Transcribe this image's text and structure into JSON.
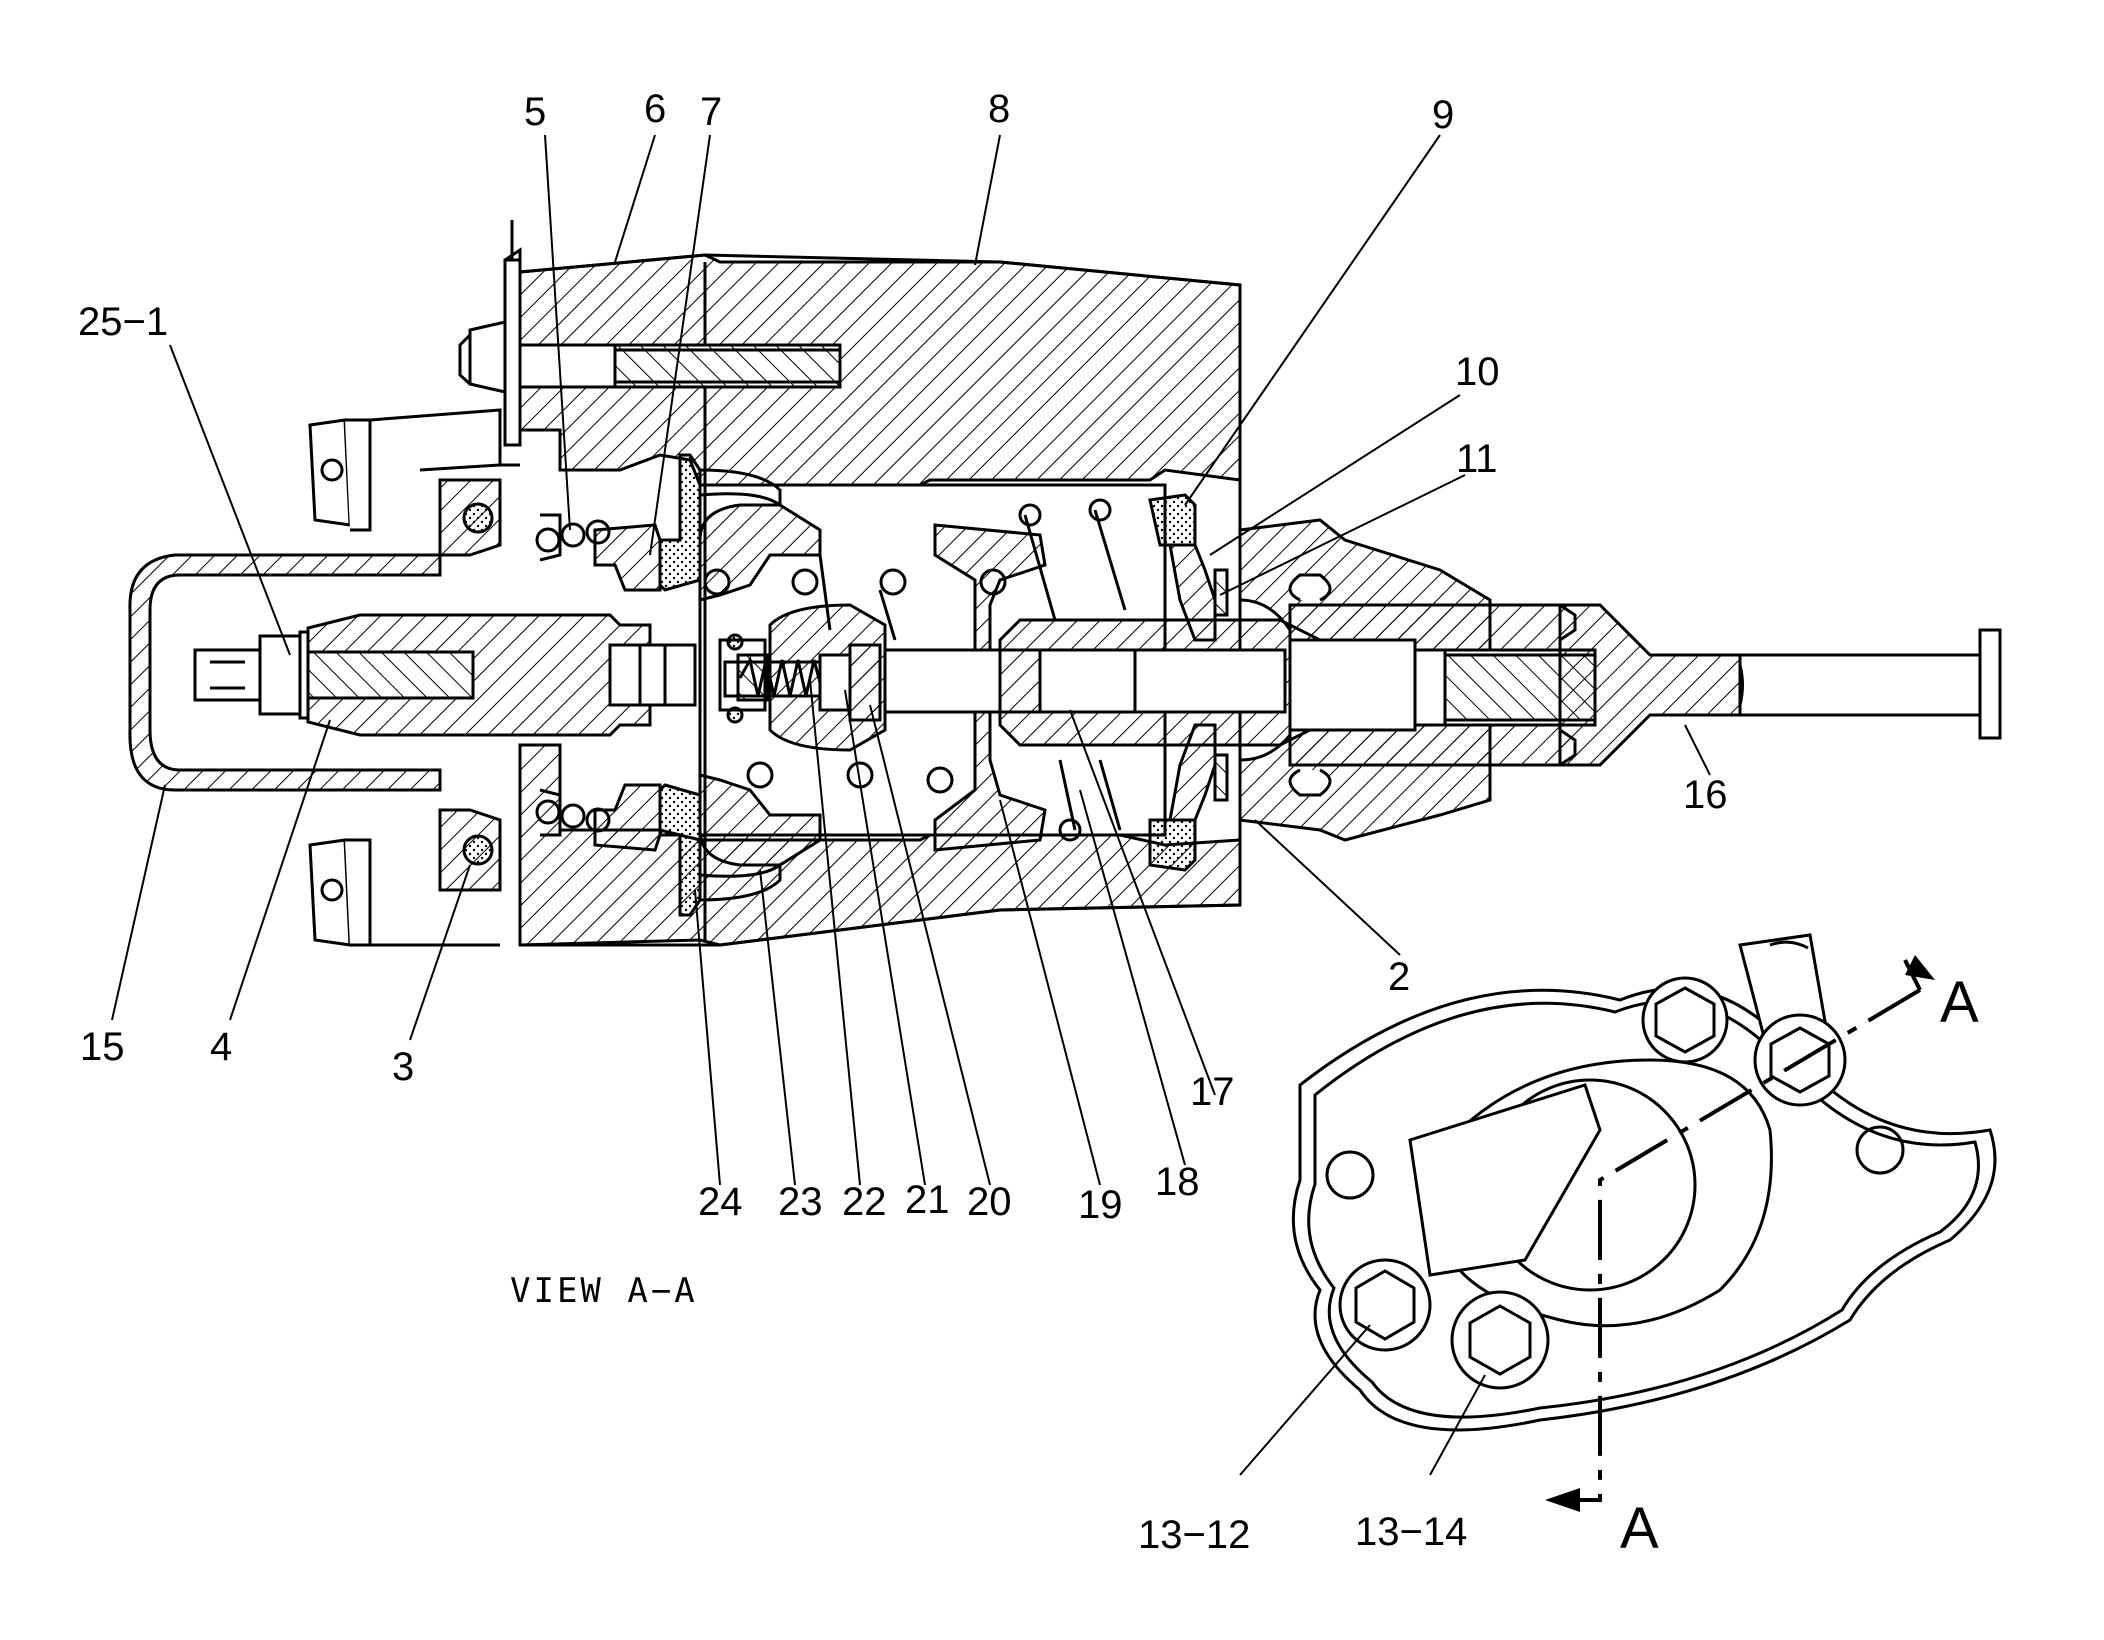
{
  "callouts": {
    "c25_1": "25−1",
    "c5": "5",
    "c6": "6",
    "c7": "7",
    "c8": "8",
    "c9": "9",
    "c10": "10",
    "c11": "11",
    "c16": "16",
    "c2": "2",
    "c17": "17",
    "c18": "18",
    "c19": "19",
    "c20": "20",
    "c21": "21",
    "c22": "22",
    "c23": "23",
    "c24": "24",
    "c15": "15",
    "c4": "4",
    "c3": "3",
    "c13_12": "13−12",
    "c13_14": "13−14"
  },
  "view_caption": "VIEW  A−A",
  "section_marks": {
    "top": "A",
    "bottom": "A"
  },
  "colors": {
    "ink": "#000000",
    "paper": "#ffffff"
  }
}
